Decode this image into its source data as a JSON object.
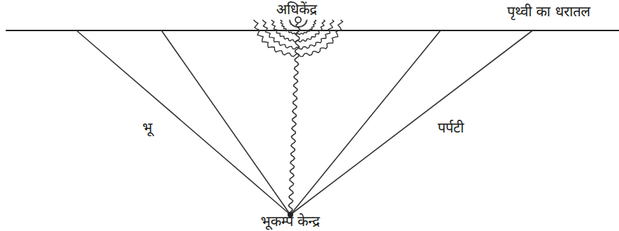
{
  "diagram": {
    "labels": [
      "अधिकेंद्र",
      "पृथ्वी का धरातल",
      "भू",
      "पर्पटी",
      "भूकम्प केन्द्र"
    ]
  }
}
